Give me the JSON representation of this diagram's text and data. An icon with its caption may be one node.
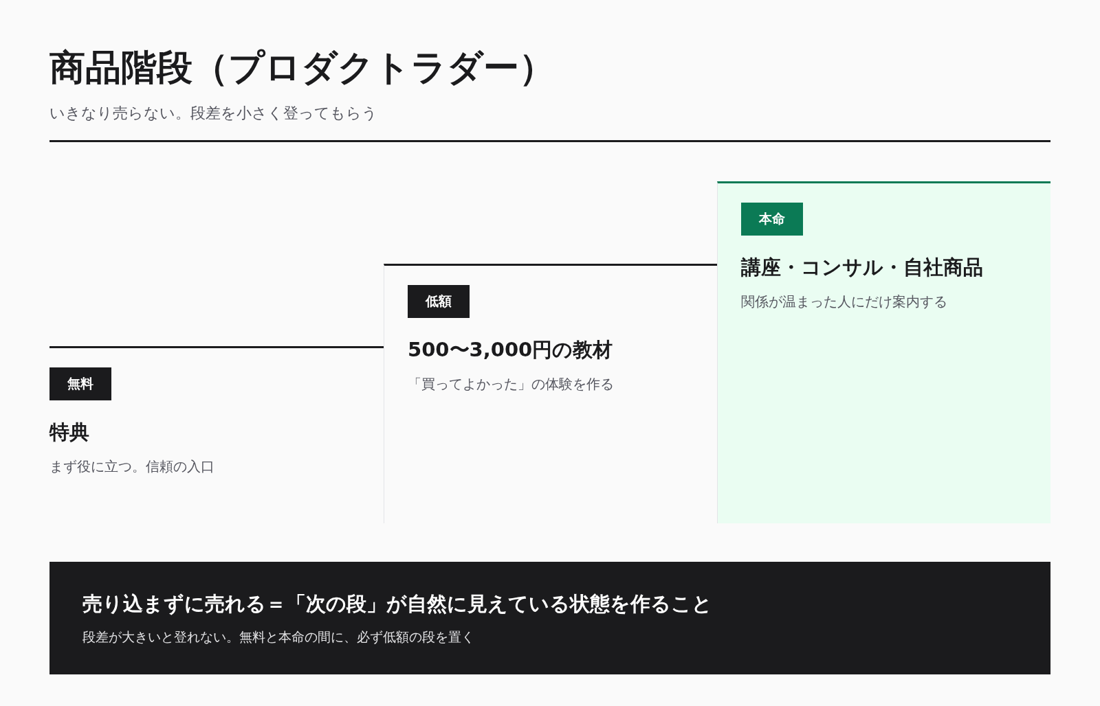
{
  "diagram": {
    "title": "商品階段（プロダクトラダー）",
    "nodes": [
      {
        "text": [
          "特典",
          "まず役に立つ。信頼の入口"
        ]
      },
      {
        "text": [
          "無料"
        ],
        "in": 0
      },
      {
        "text": [
          "500〜3,000円の教材",
          "「買ってよかった」の体験を作る"
        ]
      },
      {
        "text": [
          "低額"
        ],
        "in": 2
      },
      {
        "text": [
          "講座・コンサル・自社商品",
          "関係が温まった人にだけ案内する"
        ]
      },
      {
        "text": [
          "本命"
        ],
        "in": 4
      },
      {
        "text": [
          "売り込まずに売れる＝「次の段」が自然に見えている状態を作ること",
          "段差が大きいと登れない。無料と本命の間に、必ず低額の段を置く"
        ]
      }
    ],
    "labels": [
      "いきなり売らない。段差を小さく登ってもらう"
    ]
  }
}
